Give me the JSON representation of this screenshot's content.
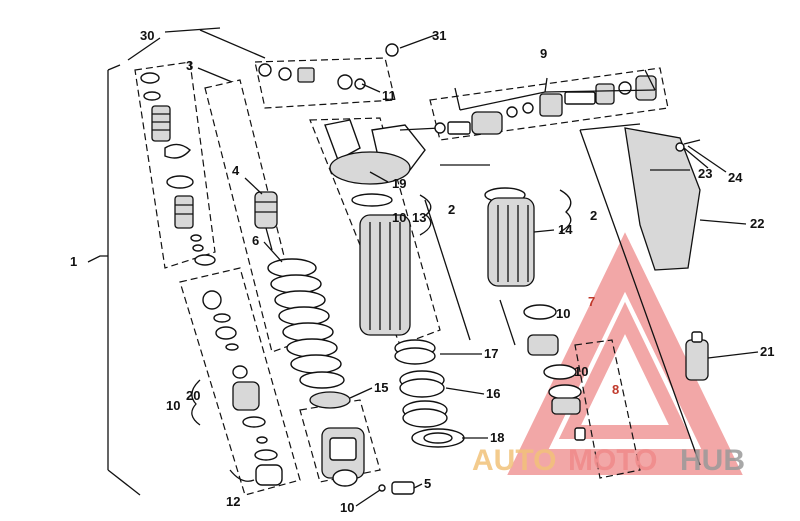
{
  "labels": [
    "30",
    "31",
    "9",
    "3",
    "11",
    "4",
    "19",
    "23",
    "24",
    "22",
    "6",
    "10",
    "13",
    "2",
    "14",
    "2",
    "1",
    "7",
    "10",
    "21",
    "10",
    "8",
    "17",
    "15",
    "16",
    "10",
    "20",
    "18",
    "12",
    "5",
    "10"
  ],
  "watermark": {
    "part1": "AUTO",
    "part2": "MOTO",
    "part3": "HUB"
  },
  "colors": {
    "line": "#111111",
    "watermark_red": "#e86060",
    "watermark_orange": "#f2c27a",
    "watermark_gray": "#9a9a9a"
  }
}
